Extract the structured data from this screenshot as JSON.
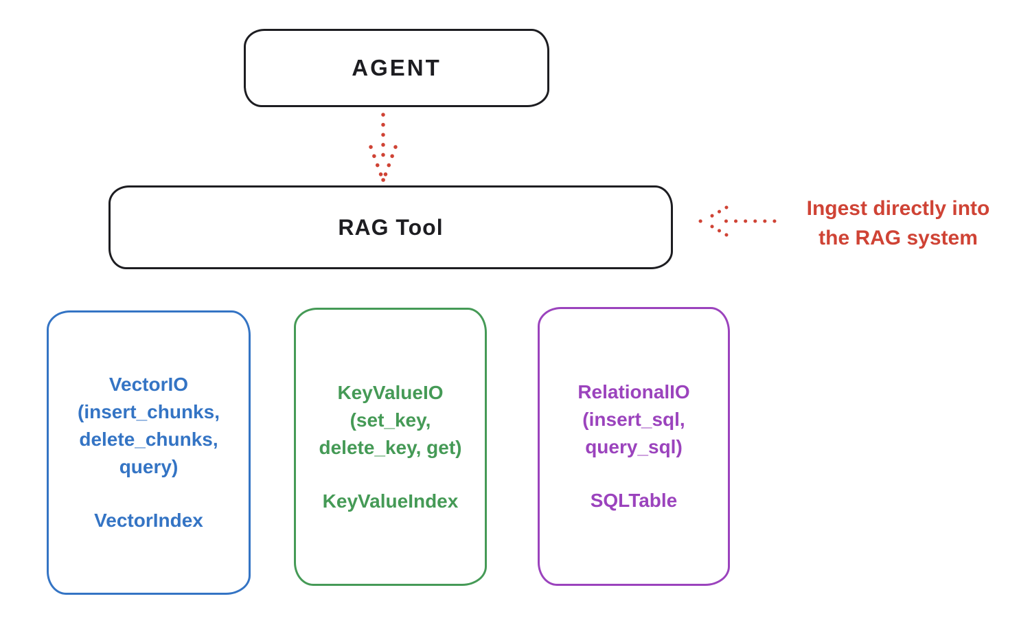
{
  "colors": {
    "ink": "#1d1d21",
    "red": "#cf4335",
    "blue": "#3474c4",
    "green": "#459a56",
    "purple": "#9b43bd"
  },
  "agent": {
    "label": "AGENT"
  },
  "rag_tool": {
    "label": "RAG Tool"
  },
  "annotation": {
    "line1": "Ingest directly into",
    "line2": "the RAG system"
  },
  "backends": [
    {
      "id": "vector-io",
      "color": "#3474c4",
      "lines": [
        "VectorIO",
        "(insert_chunks,",
        "delete_chunks,",
        "query)"
      ],
      "index": "VectorIndex"
    },
    {
      "id": "key-value-io",
      "color": "#459a56",
      "lines": [
        "KeyValueIO",
        "(set_key,",
        "delete_key, get)"
      ],
      "index": "KeyValueIndex"
    },
    {
      "id": "relational-io",
      "color": "#9b43bd",
      "lines": [
        "RelationalIO",
        "(insert_sql,",
        "query_sql)"
      ],
      "index": "SQLTable"
    }
  ]
}
